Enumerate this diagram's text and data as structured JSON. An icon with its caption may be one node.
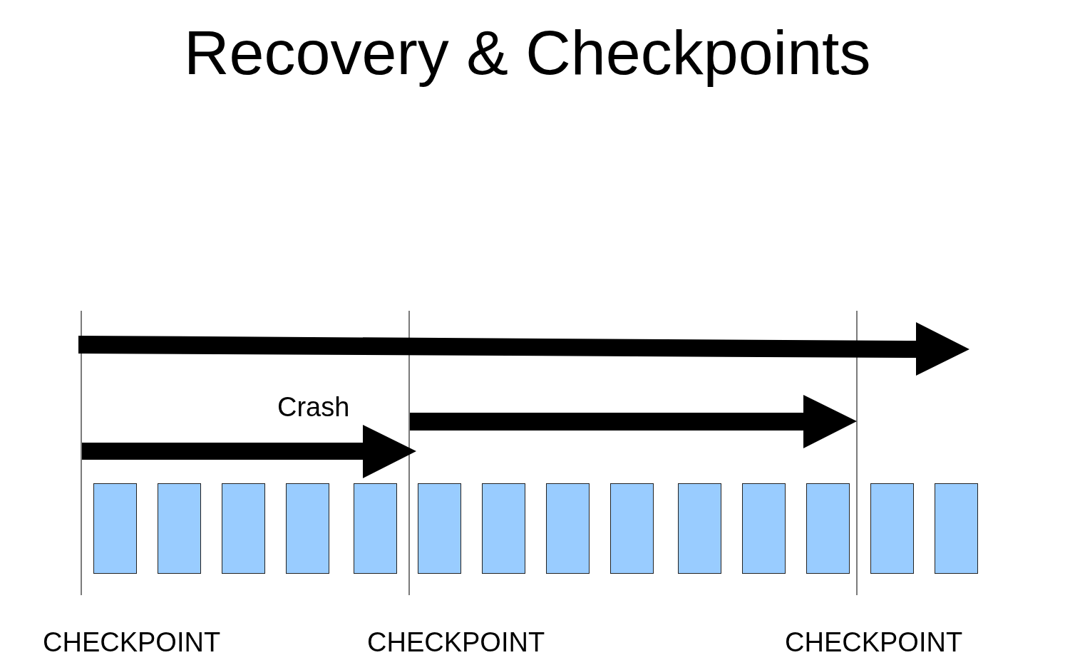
{
  "diagram": {
    "title": "Recovery & Checkpoints",
    "nodes": [
      {
        "text": [],
        "shape": "box"
      },
      {
        "text": [],
        "shape": "box"
      },
      {
        "text": [],
        "shape": "box"
      },
      {
        "text": [],
        "shape": "box"
      },
      {
        "text": [],
        "shape": "box"
      },
      {
        "text": [],
        "shape": "box"
      },
      {
        "text": [],
        "shape": "box"
      },
      {
        "text": [],
        "shape": "box"
      },
      {
        "text": [],
        "shape": "box"
      },
      {
        "text": [],
        "shape": "box"
      },
      {
        "text": [],
        "shape": "box"
      },
      {
        "text": [],
        "shape": "box"
      },
      {
        "text": [],
        "shape": "box"
      },
      {
        "text": [],
        "shape": "box"
      }
    ],
    "labels": [
      "Crash",
      "CHECKPOINT",
      "CHECKPOINT",
      "CHECKPOINT"
    ]
  }
}
